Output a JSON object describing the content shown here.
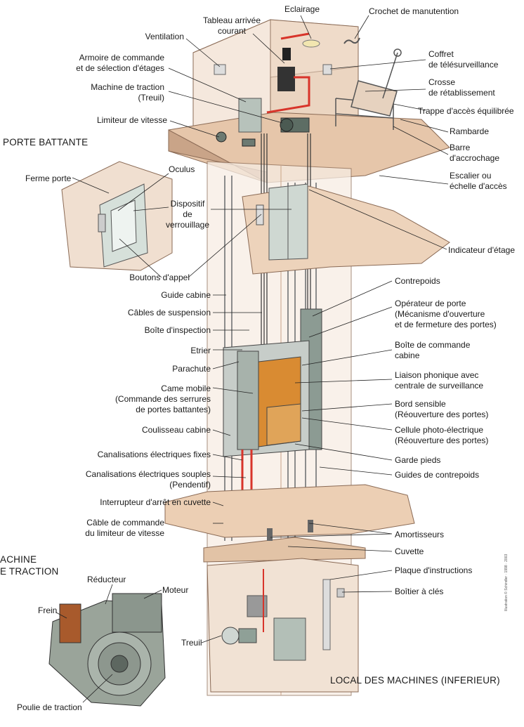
{
  "headings": {
    "porte_battante": "PORTE BATTANTE",
    "machine_traction": "ACHINE\nE TRACTION",
    "local_machines": "LOCAL DES MACHINES (INFERIEUR)"
  },
  "labels": {
    "eclairage": "Eclairage",
    "tableau": "Tableau arrivée\ncourant",
    "crochet": "Crochet de manutention",
    "ventilation": "Ventilation",
    "armoire": "Armoire de commande\net de sélection d'étages",
    "coffret": "Coffret\nde télésurveillance",
    "machine": "Machine de traction\n(Treuil)",
    "crosse": "Crosse\nde rétablissement",
    "trappe": "Trappe d'accès équilibrée",
    "limiteur": "Limiteur de vitesse",
    "rambarde": "Rambarde",
    "barre": "Barre\nd'accrochage",
    "ferme_porte": "Ferme porte",
    "oculus": "Oculus",
    "dispositif": "Dispositif\nde\nverrouillage",
    "escalier": "Escalier ou\néchelle d'accès",
    "indicateur": "Indicateur d'étage",
    "boutons": "Boutons d'appel",
    "contrepoids": "Contrepoids",
    "guide_cabine": "Guide cabine",
    "operateur": "Opérateur de porte\n(Mécanisme d'ouverture\net de fermeture des portes)",
    "cables": "Câbles de suspension",
    "boite_inspection": "Boîte d'inspection",
    "boite_commande": "Boîte de commande\ncabine",
    "etrier": "Etrier",
    "parachute": "Parachute",
    "liaison": "Liaison phonique avec\ncentrale de surveillance",
    "came": "Came mobile\n(Commande des serrures\nde portes battantes)",
    "bord": "Bord sensible\n(Réouverture des portes)",
    "coulisseau": "Coulisseau cabine",
    "cellule": "Cellule photo-électrique\n(Réouverture des portes)",
    "canal_fixes": "Canalisations électriques fixes",
    "garde_pieds": "Garde pieds",
    "canal_souples": "Canalisations électriques souples\n(Pendentif)",
    "guides_cp": "Guides de contrepoids",
    "interrupteur": "Interrupteur d'arrêt en cuvette",
    "cable_cmd": "Câble de commande\ndu limiteur de vitesse",
    "amortisseurs": "Amortisseurs",
    "cuvette": "Cuvette",
    "plaque": "Plaque d'instructions",
    "boitier": "Boîtier à clés",
    "reducteur": "Réducteur",
    "moteur": "Moteur",
    "frein": "Frein",
    "treuil": "Treuil",
    "poulie": "Poulie de traction"
  },
  "credit": "Illustration © Schindler · 1998 · 2003",
  "colors": {
    "wall": "#eccfb4",
    "wall_edge": "#8a6a55",
    "line": "#222222",
    "cable": "#d8342a",
    "cabin": "#d98b32",
    "steel": "#7e8c84"
  }
}
